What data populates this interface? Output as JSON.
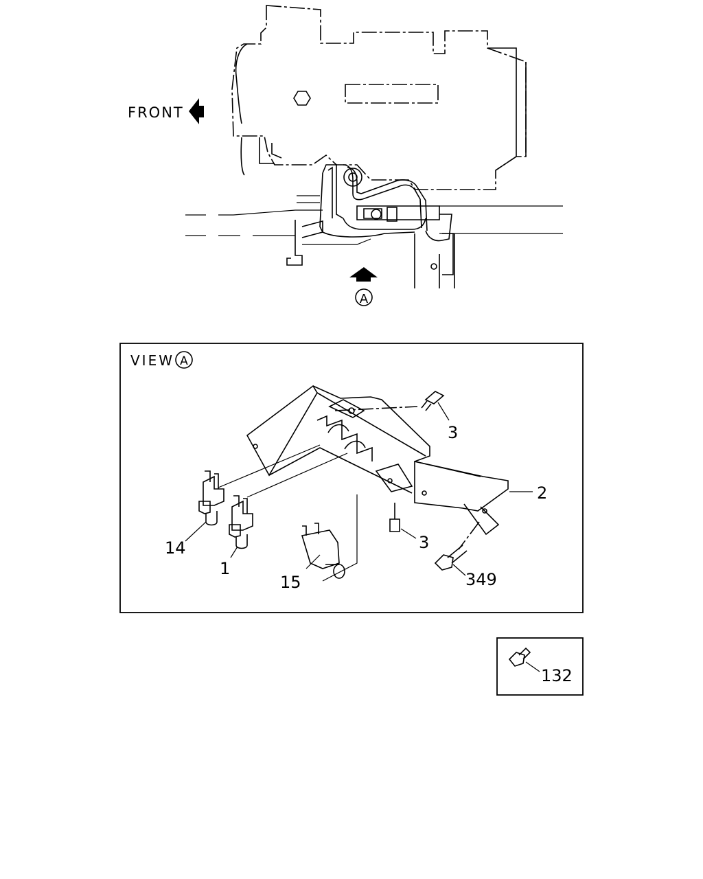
{
  "overview": {
    "front_label": "FRONT",
    "view_marker": "A"
  },
  "detail_view": {
    "title_text": "VIEW",
    "title_marker": "A",
    "callouts": [
      {
        "id": "3a",
        "text": "3"
      },
      {
        "id": "2",
        "text": "2"
      },
      {
        "id": "3b",
        "text": "3"
      },
      {
        "id": "349",
        "text": "349"
      },
      {
        "id": "14",
        "text": "14"
      },
      {
        "id": "1",
        "text": "1"
      },
      {
        "id": "15",
        "text": "15"
      }
    ]
  },
  "inset": {
    "callout": "132"
  }
}
